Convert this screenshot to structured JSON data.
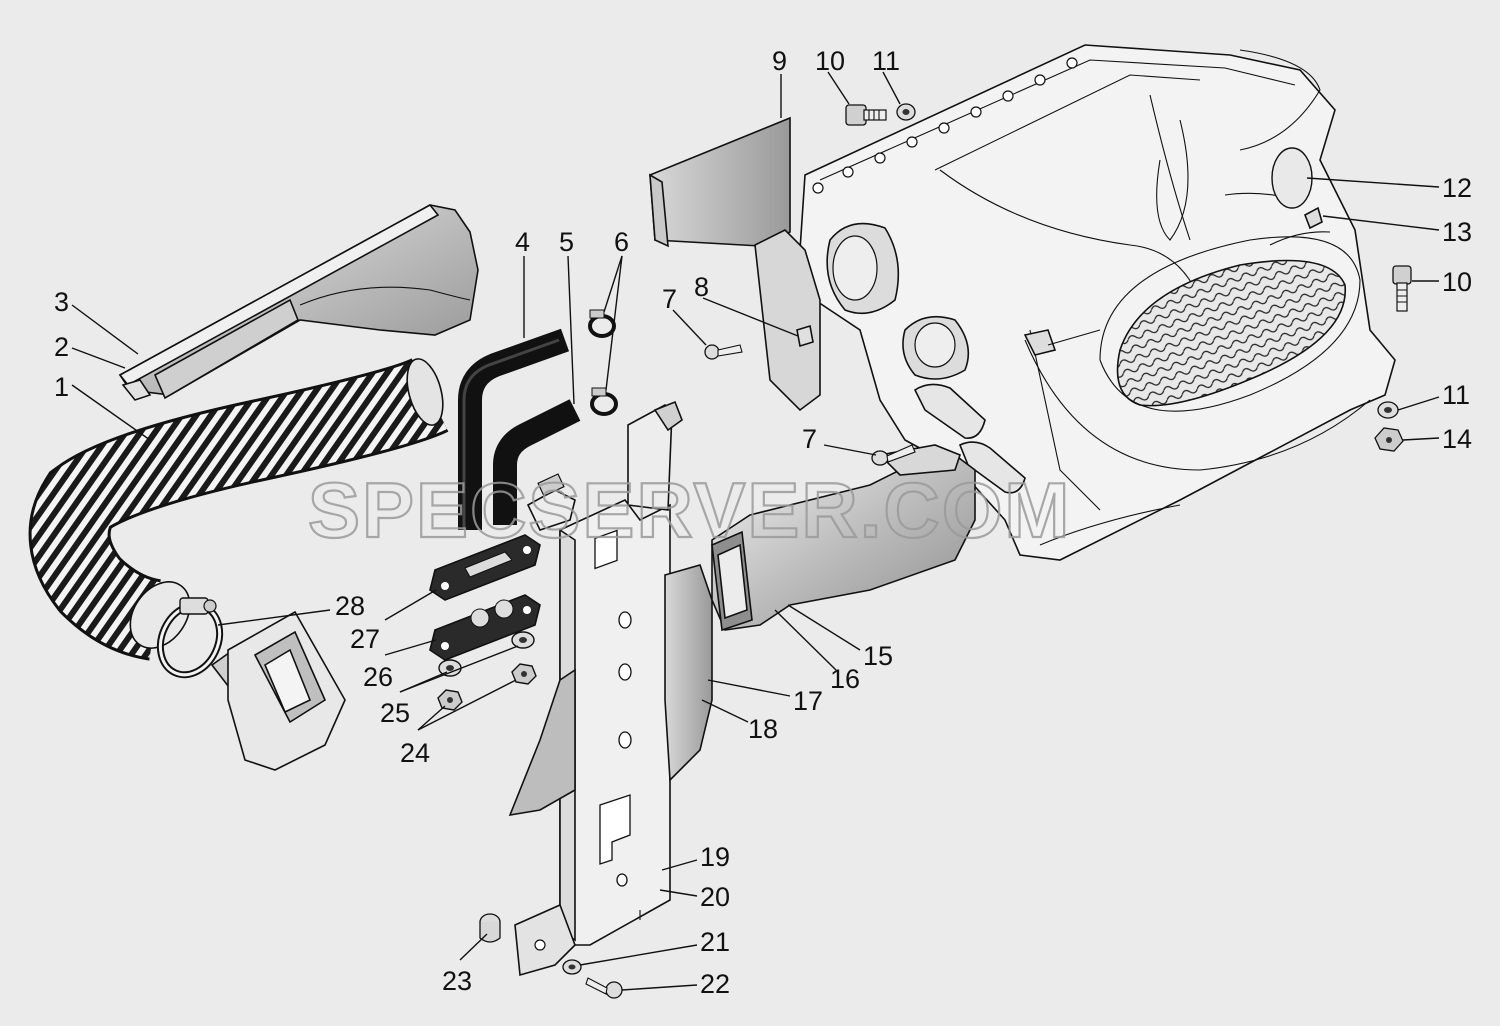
{
  "watermark": "SPECSERVER.COM",
  "callouts": [
    {
      "id": "c1",
      "text": "1"
    },
    {
      "id": "c2",
      "text": "2"
    },
    {
      "id": "c3",
      "text": "3"
    },
    {
      "id": "c4",
      "text": "4"
    },
    {
      "id": "c5",
      "text": "5"
    },
    {
      "id": "c6",
      "text": "6"
    },
    {
      "id": "c7a",
      "text": "7"
    },
    {
      "id": "c7b",
      "text": "7"
    },
    {
      "id": "c8",
      "text": "8"
    },
    {
      "id": "c9",
      "text": "9"
    },
    {
      "id": "c10a",
      "text": "10"
    },
    {
      "id": "c10b",
      "text": "10"
    },
    {
      "id": "c11a",
      "text": "11"
    },
    {
      "id": "c11b",
      "text": "11"
    },
    {
      "id": "c12",
      "text": "12"
    },
    {
      "id": "c13",
      "text": "13"
    },
    {
      "id": "c14",
      "text": "14"
    },
    {
      "id": "c15",
      "text": "15"
    },
    {
      "id": "c16",
      "text": "16"
    },
    {
      "id": "c17",
      "text": "17"
    },
    {
      "id": "c18",
      "text": "18"
    },
    {
      "id": "c19",
      "text": "19"
    },
    {
      "id": "c20",
      "text": "20"
    },
    {
      "id": "c21",
      "text": "21"
    },
    {
      "id": "c22",
      "text": "22"
    },
    {
      "id": "c23",
      "text": "23"
    },
    {
      "id": "c24",
      "text": "24"
    },
    {
      "id": "c25",
      "text": "25"
    },
    {
      "id": "c26",
      "text": "26"
    },
    {
      "id": "c27",
      "text": "27"
    },
    {
      "id": "c28",
      "text": "28"
    }
  ]
}
